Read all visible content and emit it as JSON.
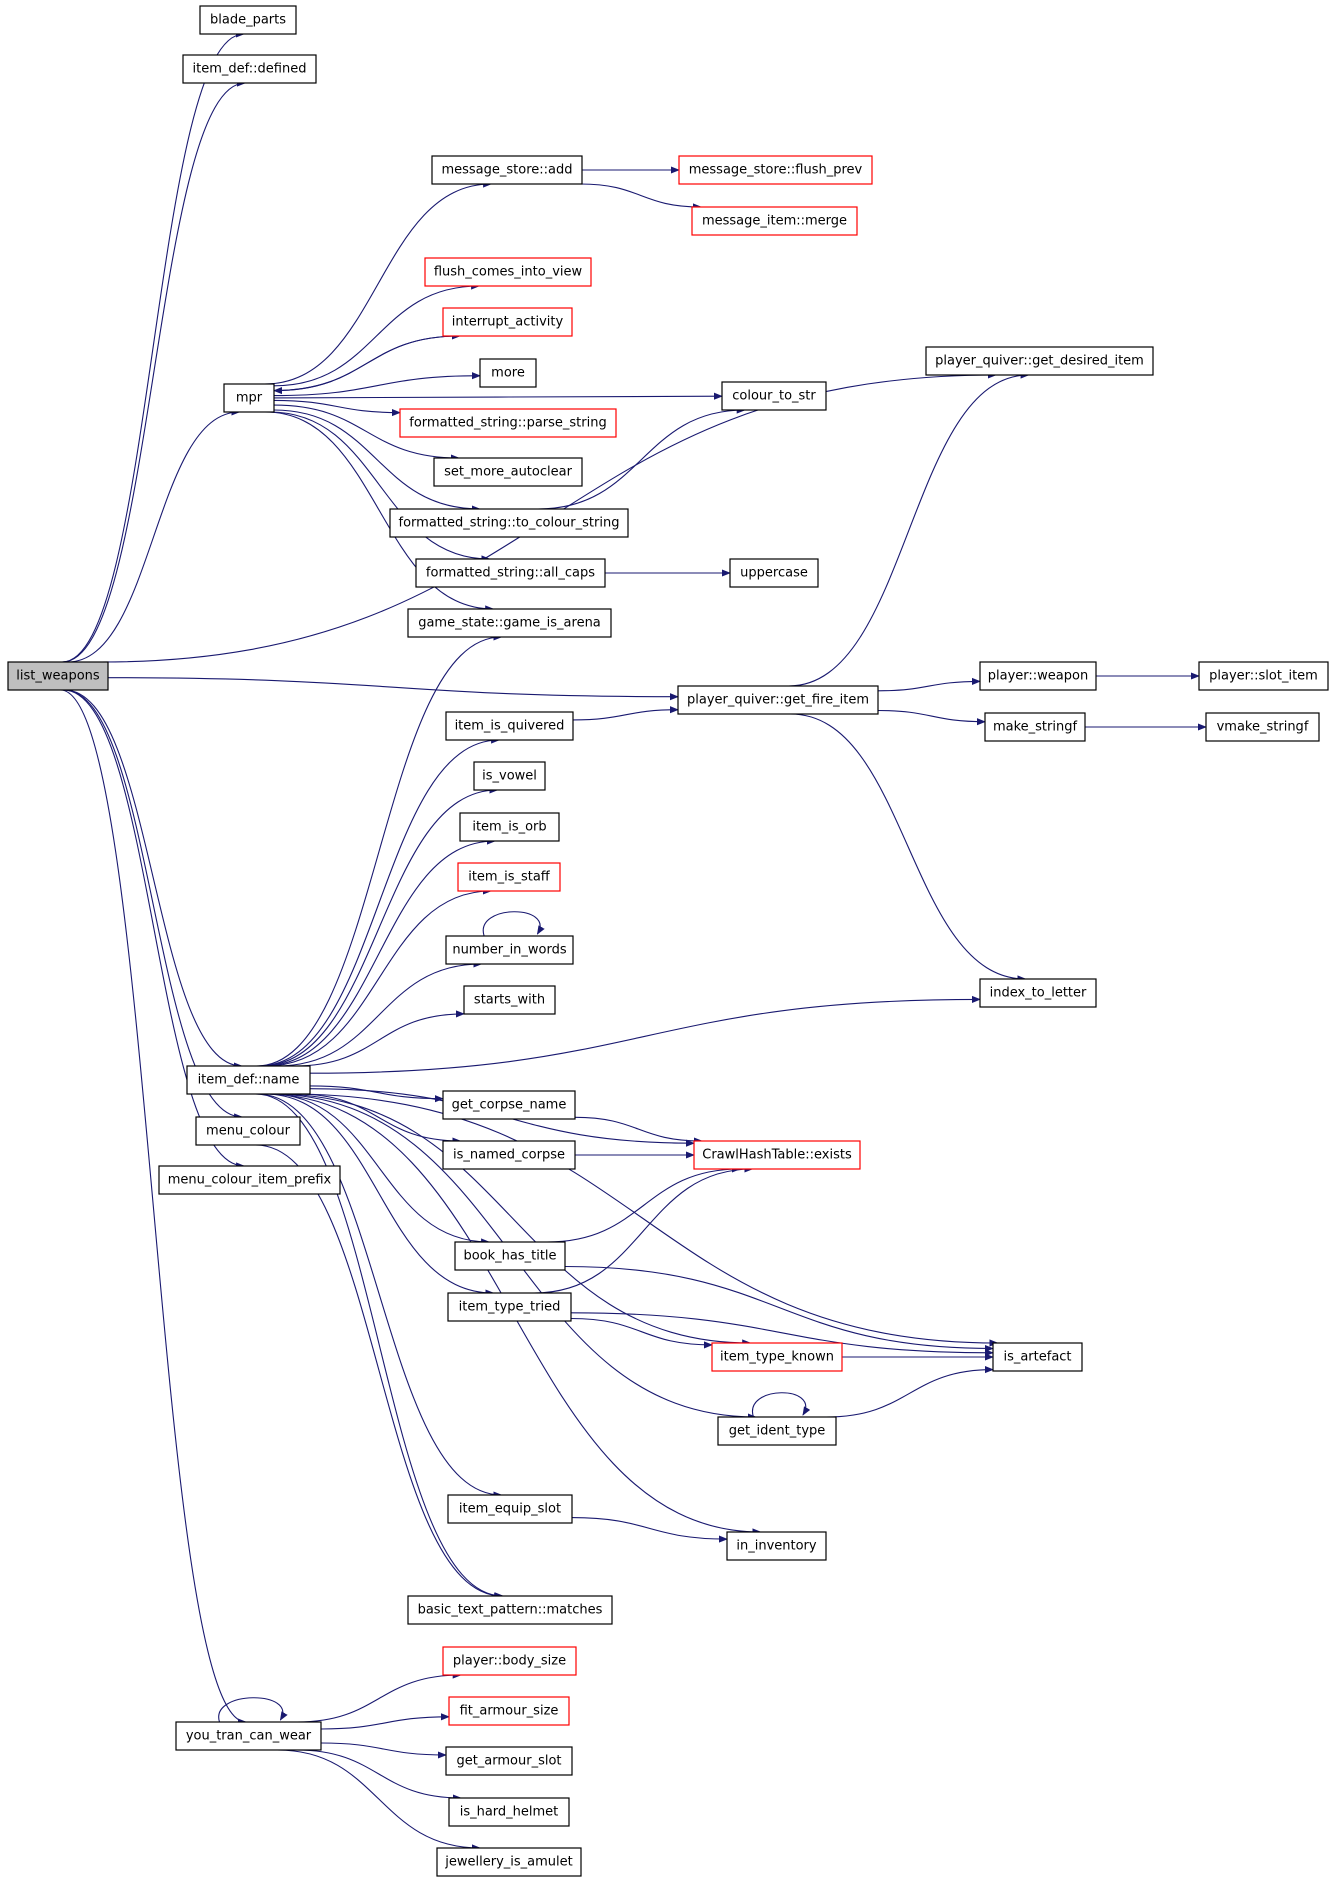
{
  "colors": {
    "edge": "#191970",
    "highlight_border": "#ff0000",
    "normal_border": "#000000",
    "root_fill": "#bfbfbf"
  },
  "nodes": [
    {
      "id": "list_weapons",
      "label": "list_weapons",
      "highlight": false,
      "root": true
    },
    {
      "id": "blade_parts",
      "label": "blade_parts",
      "highlight": false
    },
    {
      "id": "item_def_defined",
      "label": "item_def::defined",
      "highlight": false
    },
    {
      "id": "message_store_add",
      "label": "message_store::add",
      "highlight": false
    },
    {
      "id": "message_store_flush_prev",
      "label": "message_store::flush_prev",
      "highlight": true
    },
    {
      "id": "message_item_merge",
      "label": "message_item::merge",
      "highlight": true
    },
    {
      "id": "flush_comes_into_view",
      "label": "flush_comes_into_view",
      "highlight": true
    },
    {
      "id": "interrupt_activity",
      "label": "interrupt_activity",
      "highlight": true
    },
    {
      "id": "mpr",
      "label": "mpr",
      "highlight": false
    },
    {
      "id": "more",
      "label": "more",
      "highlight": false
    },
    {
      "id": "colour_to_str",
      "label": "colour_to_str",
      "highlight": false
    },
    {
      "id": "formatted_string_parse_string",
      "label": "formatted_string::parse_string",
      "highlight": true
    },
    {
      "id": "set_more_autoclear",
      "label": "set_more_autoclear",
      "highlight": false
    },
    {
      "id": "formatted_string_to_colour_string",
      "label": "formatted_string::to_colour_string",
      "highlight": false
    },
    {
      "id": "formatted_string_all_caps",
      "label": "formatted_string::all_caps",
      "highlight": false
    },
    {
      "id": "uppercase",
      "label": "uppercase",
      "highlight": false
    },
    {
      "id": "game_state_game_is_arena",
      "label": "game_state::game_is_arena",
      "highlight": false
    },
    {
      "id": "player_quiver_get_desired_item",
      "label": "player_quiver::get_desired_item",
      "highlight": false
    },
    {
      "id": "player_quiver_get_fire_item",
      "label": "player_quiver::get_fire_item",
      "highlight": false
    },
    {
      "id": "player_weapon",
      "label": "player::weapon",
      "highlight": false
    },
    {
      "id": "player_slot_item",
      "label": "player::slot_item",
      "highlight": false
    },
    {
      "id": "make_stringf",
      "label": "make_stringf",
      "highlight": false
    },
    {
      "id": "vmake_stringf",
      "label": "vmake_stringf",
      "highlight": false
    },
    {
      "id": "item_is_quivered",
      "label": "item_is_quivered",
      "highlight": false
    },
    {
      "id": "is_vowel",
      "label": "is_vowel",
      "highlight": false
    },
    {
      "id": "item_is_orb",
      "label": "item_is_orb",
      "highlight": false
    },
    {
      "id": "item_is_staff",
      "label": "item_is_staff",
      "highlight": true
    },
    {
      "id": "number_in_words",
      "label": "number_in_words",
      "highlight": false
    },
    {
      "id": "starts_with",
      "label": "starts_with",
      "highlight": false
    },
    {
      "id": "index_to_letter",
      "label": "index_to_letter",
      "highlight": false
    },
    {
      "id": "item_def_name",
      "label": "item_def::name",
      "highlight": false
    },
    {
      "id": "get_corpse_name",
      "label": "get_corpse_name",
      "highlight": false
    },
    {
      "id": "menu_colour",
      "label": "menu_colour",
      "highlight": false
    },
    {
      "id": "is_named_corpse",
      "label": "is_named_corpse",
      "highlight": false
    },
    {
      "id": "crawl_hash_table_exists",
      "label": "CrawlHashTable::exists",
      "highlight": true
    },
    {
      "id": "menu_colour_item_prefix",
      "label": "menu_colour_item_prefix",
      "highlight": false
    },
    {
      "id": "book_has_title",
      "label": "book_has_title",
      "highlight": false
    },
    {
      "id": "item_type_tried",
      "label": "item_type_tried",
      "highlight": false
    },
    {
      "id": "item_type_known",
      "label": "item_type_known",
      "highlight": true
    },
    {
      "id": "is_artefact",
      "label": "is_artefact",
      "highlight": false
    },
    {
      "id": "get_ident_type",
      "label": "get_ident_type",
      "highlight": false
    },
    {
      "id": "item_equip_slot",
      "label": "item_equip_slot",
      "highlight": false
    },
    {
      "id": "in_inventory",
      "label": "in_inventory",
      "highlight": false
    },
    {
      "id": "basic_text_pattern_matches",
      "label": "basic_text_pattern::matches",
      "highlight": false
    },
    {
      "id": "player_body_size",
      "label": "player::body_size",
      "highlight": true
    },
    {
      "id": "fit_armour_size",
      "label": "fit_armour_size",
      "highlight": true
    },
    {
      "id": "you_tran_can_wear",
      "label": "you_tran_can_wear",
      "highlight": false
    },
    {
      "id": "get_armour_slot",
      "label": "get_armour_slot",
      "highlight": false
    },
    {
      "id": "is_hard_helmet",
      "label": "is_hard_helmet",
      "highlight": false
    },
    {
      "id": "jewellery_is_amulet",
      "label": "jewellery_is_amulet",
      "highlight": false
    }
  ],
  "edges": [
    [
      "list_weapons",
      "blade_parts"
    ],
    [
      "list_weapons",
      "item_def_defined"
    ],
    [
      "list_weapons",
      "player_quiver_get_desired_item"
    ],
    [
      "list_weapons",
      "mpr"
    ],
    [
      "list_weapons",
      "player_quiver_get_fire_item"
    ],
    [
      "list_weapons",
      "item_def_name"
    ],
    [
      "list_weapons",
      "menu_colour"
    ],
    [
      "list_weapons",
      "menu_colour_item_prefix"
    ],
    [
      "list_weapons",
      "you_tran_can_wear"
    ],
    [
      "message_store_add",
      "message_store_flush_prev"
    ],
    [
      "message_store_add",
      "message_item_merge"
    ],
    [
      "mpr",
      "message_store_add"
    ],
    [
      "mpr",
      "colour_to_str"
    ],
    [
      "mpr",
      "flush_comes_into_view"
    ],
    [
      "mpr",
      "interrupt_activity"
    ],
    [
      "interrupt_activity",
      "mpr"
    ],
    [
      "mpr",
      "more"
    ],
    [
      "mpr",
      "formatted_string_parse_string"
    ],
    [
      "mpr",
      "set_more_autoclear"
    ],
    [
      "mpr",
      "formatted_string_to_colour_string"
    ],
    [
      "mpr",
      "formatted_string_all_caps"
    ],
    [
      "mpr",
      "game_state_game_is_arena"
    ],
    [
      "formatted_string_to_colour_string",
      "colour_to_str"
    ],
    [
      "formatted_string_all_caps",
      "uppercase"
    ],
    [
      "player_quiver_get_fire_item",
      "player_quiver_get_desired_item"
    ],
    [
      "player_quiver_get_fire_item",
      "player_weapon"
    ],
    [
      "player_quiver_get_fire_item",
      "make_stringf"
    ],
    [
      "player_quiver_get_fire_item",
      "index_to_letter"
    ],
    [
      "player_weapon",
      "player_slot_item"
    ],
    [
      "make_stringf",
      "vmake_stringf"
    ],
    [
      "item_is_quivered",
      "player_quiver_get_fire_item"
    ],
    [
      "item_def_name",
      "game_state_game_is_arena"
    ],
    [
      "item_def_name",
      "item_is_quivered"
    ],
    [
      "item_def_name",
      "is_vowel"
    ],
    [
      "item_def_name",
      "item_is_orb"
    ],
    [
      "item_def_name",
      "item_is_staff"
    ],
    [
      "item_def_name",
      "number_in_words"
    ],
    [
      "number_in_words",
      "number_in_words"
    ],
    [
      "item_def_name",
      "starts_with"
    ],
    [
      "item_def_name",
      "crawl_hash_table_exists"
    ],
    [
      "item_def_name",
      "get_corpse_name"
    ],
    [
      "item_def_name",
      "is_named_corpse"
    ],
    [
      "item_def_name",
      "index_to_letter"
    ],
    [
      "item_def_name",
      "book_has_title"
    ],
    [
      "item_def_name",
      "item_type_tried"
    ],
    [
      "item_def_name",
      "item_type_known"
    ],
    [
      "item_def_name",
      "get_ident_type"
    ],
    [
      "item_def_name",
      "is_artefact"
    ],
    [
      "item_def_name",
      "item_equip_slot"
    ],
    [
      "item_def_name",
      "in_inventory"
    ],
    [
      "item_def_name",
      "basic_text_pattern_matches"
    ],
    [
      "menu_colour",
      "basic_text_pattern_matches"
    ],
    [
      "get_corpse_name",
      "crawl_hash_table_exists"
    ],
    [
      "is_named_corpse",
      "crawl_hash_table_exists"
    ],
    [
      "book_has_title",
      "crawl_hash_table_exists"
    ],
    [
      "book_has_title",
      "is_artefact"
    ],
    [
      "item_type_tried",
      "crawl_hash_table_exists"
    ],
    [
      "item_type_tried",
      "is_artefact"
    ],
    [
      "item_type_tried",
      "item_type_known"
    ],
    [
      "item_type_known",
      "is_artefact"
    ],
    [
      "get_ident_type",
      "get_ident_type"
    ],
    [
      "get_ident_type",
      "is_artefact"
    ],
    [
      "item_equip_slot",
      "in_inventory"
    ],
    [
      "you_tran_can_wear",
      "you_tran_can_wear"
    ],
    [
      "you_tran_can_wear",
      "player_body_size"
    ],
    [
      "you_tran_can_wear",
      "fit_armour_size"
    ],
    [
      "you_tran_can_wear",
      "get_armour_slot"
    ],
    [
      "you_tran_can_wear",
      "is_hard_helmet"
    ],
    [
      "you_tran_can_wear",
      "jewellery_is_amulet"
    ]
  ]
}
